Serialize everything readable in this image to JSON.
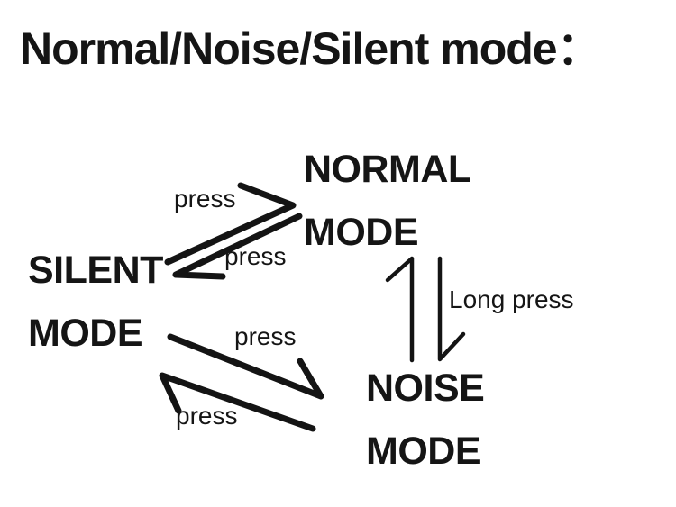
{
  "title": "Normal/Noise/Silent mode：",
  "diagram": {
    "ink_color": "#141414",
    "background_color": "#ffffff",
    "nodes": {
      "normal": {
        "line1": "NORMAL",
        "line2": "MODE"
      },
      "silent": {
        "line1": "SILENT",
        "line2": "MODE"
      },
      "noise": {
        "line1": "NOISE",
        "line2": "MODE"
      }
    },
    "transitions": {
      "silent_to_normal": {
        "from": "silent",
        "to": "normal",
        "action": "press"
      },
      "normal_to_silent": {
        "from": "normal",
        "to": "silent",
        "action": "press"
      },
      "normal_to_noise": {
        "from": "normal",
        "to": "noise",
        "action": "Long press"
      },
      "noise_to_normal": {
        "from": "noise",
        "to": "normal",
        "action": ""
      },
      "silent_to_noise": {
        "from": "silent",
        "to": "noise",
        "action": "press"
      },
      "noise_to_silent": {
        "from": "noise",
        "to": "silent",
        "action": "press"
      }
    }
  }
}
